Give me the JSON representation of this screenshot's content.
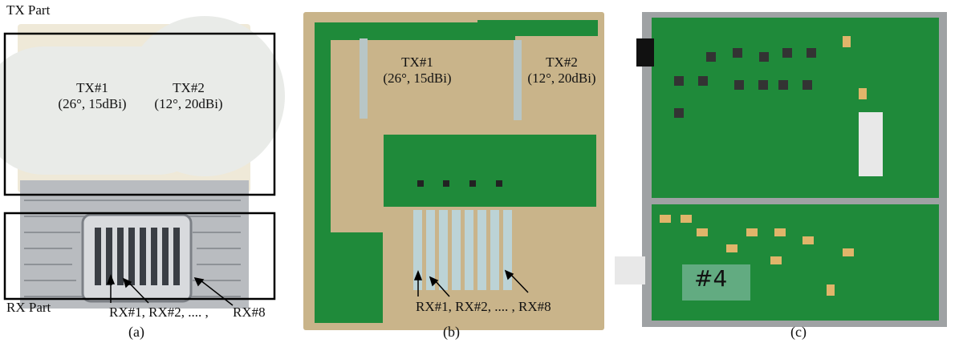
{
  "panel_a": {
    "tx_part_label": "TX Part",
    "rx_part_label": "RX Part",
    "tx1_name": "TX#1",
    "tx1_spec": "(26°, 15dBi)",
    "tx2_name": "TX#2",
    "tx2_spec": "(12°, 20dBi)",
    "rx_list_label": "RX#1, RX#2, .... ,",
    "rx8_label": "RX#8",
    "caption": "(a)"
  },
  "panel_b": {
    "tx1_name": "TX#1",
    "tx1_spec": "(26°, 15dBi)",
    "tx2_name": "TX#2",
    "tx2_spec": "(12°, 20dBi)",
    "rx_label": "RX#1, RX#2, .... , RX#8",
    "caption": "(b)"
  },
  "panel_c": {
    "handwritten_tag": "#4",
    "caption": "(c)"
  },
  "colors": {
    "pcb_green": "#1f8a3a",
    "substrate_gold": "#c9b48a",
    "radome_white": "#e9ebe8",
    "aluminum": "#b9bcc0"
  }
}
